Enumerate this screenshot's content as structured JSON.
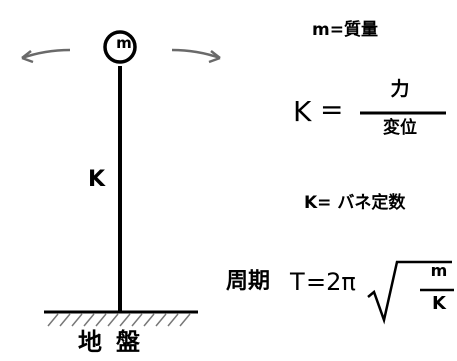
{
  "structure": {
    "mass_label": "m",
    "stiffness_label": "K",
    "ground_label": "地盤"
  },
  "definitions": {
    "mass": "m=質量",
    "stiffness_symbol": "K",
    "stiffness_equals": "=",
    "stiffness_numerator": "力",
    "stiffness_denominator": "変位",
    "spring": "K= バネ定数"
  },
  "period": {
    "label": "周期",
    "symbol": "T",
    "equals_two_pi": "=2π",
    "sqrt_numerator": "m",
    "sqrt_denominator": "K"
  }
}
